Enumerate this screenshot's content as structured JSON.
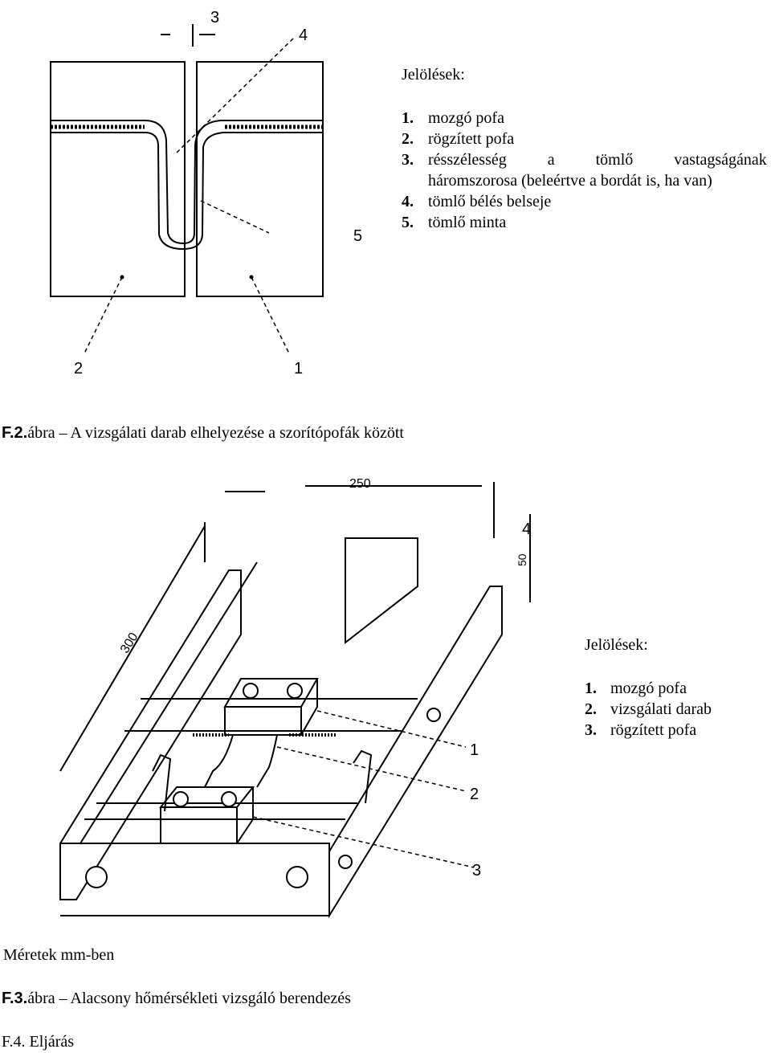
{
  "figure1": {
    "legend_title": "Jelölések:",
    "legend_items": [
      {
        "num": "1.",
        "text": "mozgó pofa"
      },
      {
        "num": "2.",
        "text": "rögzített pofa"
      },
      {
        "num": "3.",
        "text": "résszélesség a tömlő vastagságának",
        "text_cont": "háromszorosa (beleértve a bordát is, ha van)"
      },
      {
        "num": "4.",
        "text": "tömlő bélés belseje"
      },
      {
        "num": "5.",
        "text": "tömlő minta"
      }
    ],
    "callouts": [
      "1",
      "2",
      "3",
      "4",
      "5"
    ],
    "caption_prefix": "F.2.",
    "caption_text": "ábra – A vizsgálati darab elhelyezése a szorítópofák között"
  },
  "figure2": {
    "legend_title": "Jelölések:",
    "legend_items": [
      {
        "num": "1.",
        "text": "mozgó pofa"
      },
      {
        "num": "2.",
        "text": "vizsgálati darab"
      },
      {
        "num": "3.",
        "text": "rögzített pofa"
      }
    ],
    "callouts": [
      "1",
      "2",
      "3",
      "4"
    ],
    "dimensions": [
      "250",
      "50",
      "300"
    ],
    "units_note": "Méretek mm-ben",
    "caption_prefix": "F.3.",
    "caption_text": "ábra – Alacsony hőmérsékleti vizsgáló berendezés"
  },
  "next_section": "F.4. Eljárás"
}
